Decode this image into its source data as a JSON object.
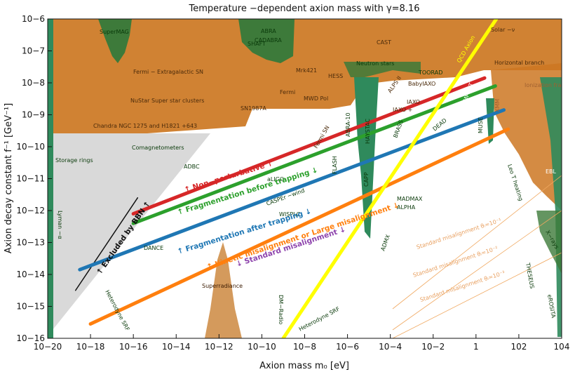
{
  "chart_data": {
    "type": "line",
    "title": "Temperature −dependent axion mass with γ=8.16",
    "xlabel": "Axion mass m₀ [eV]",
    "ylabel": "Axion decay constant f⁻¹ [GeV⁻¹]",
    "x_scale": "log",
    "y_scale": "log",
    "xlim_exp": [
      -20,
      4
    ],
    "ylim_exp": [
      -16,
      -6
    ],
    "x_ticks": [
      {
        "exp": -20,
        "label": "10−20"
      },
      {
        "exp": -18,
        "label": "10−18"
      },
      {
        "exp": -16,
        "label": "10−16"
      },
      {
        "exp": -14,
        "label": "10−14"
      },
      {
        "exp": -12,
        "label": "10−12"
      },
      {
        "exp": -10,
        "label": "10−10"
      },
      {
        "exp": -8,
        "label": "10−8"
      },
      {
        "exp": -6,
        "label": "10−6"
      },
      {
        "exp": -4,
        "label": "10−4"
      },
      {
        "exp": -2,
        "label": "10−2"
      },
      {
        "exp": 0,
        "label": "1"
      },
      {
        "exp": 2,
        "label": "102"
      },
      {
        "exp": 4,
        "label": "104"
      }
    ],
    "y_ticks": [
      {
        "exp": -16,
        "label": "10−16"
      },
      {
        "exp": -15,
        "label": "10−15"
      },
      {
        "exp": -14,
        "label": "10−14"
      },
      {
        "exp": -13,
        "label": "10−13"
      },
      {
        "exp": -12,
        "label": "10−12"
      },
      {
        "exp": -11,
        "label": "10−11"
      },
      {
        "exp": -10,
        "label": "10−10"
      },
      {
        "exp": -9,
        "label": "10−9"
      },
      {
        "exp": -8,
        "label": "10−8"
      },
      {
        "exp": -7,
        "label": "10−7"
      },
      {
        "exp": -6,
        "label": "10−6"
      }
    ],
    "series": [
      {
        "name": "↑ Excluded by BBN ↑",
        "color": "#111111",
        "points": [
          [
            -18.7,
            -14.5
          ],
          [
            -15.8,
            -11.6
          ]
        ]
      },
      {
        "name": "↑ Non−perturbative ↑",
        "color": "#d62728",
        "points": [
          [
            -16.0,
            -12.1
          ],
          [
            0.4,
            -7.85
          ]
        ]
      },
      {
        "name": "↑ Fragmentation before trapping ↓",
        "color": "#2ca02c",
        "points": [
          [
            -16.0,
            -12.4
          ],
          [
            0.9,
            -8.1
          ]
        ]
      },
      {
        "name": "↑ Fragmentation after trapping ↓",
        "color": "#1f77b4",
        "points": [
          [
            -18.5,
            -13.85
          ],
          [
            1.3,
            -8.85
          ]
        ]
      },
      {
        "name": "↑ Kinetic misalignment or Large misalignment ↓",
        "color": "#ff7f0e",
        "points": [
          [
            -18.0,
            -15.55
          ],
          [
            1.5,
            -9.45
          ]
        ]
      },
      {
        "name": "QCD Axion",
        "color": "#ffff00",
        "points": [
          [
            -9.0,
            -16.0
          ],
          [
            0.95,
            -6.0
          ]
        ]
      }
    ],
    "misalignment_labels": [
      "↓ Standard misalignment ↓",
      "Standard misalignment θᵢ=10⁻¹",
      "Standard misalignment θᵢ=10⁻²",
      "Standard misalignment θᵢ=10⁻³"
    ],
    "region_labels": [
      "SuperMAG",
      "SHAFT",
      "ABRA",
      "CADABRA",
      "CAST",
      "Solar −ν",
      "Fermi − Extragalactic SN",
      "Mrk421",
      "HESS",
      "Neutron stars",
      "TOORAD",
      "Horizontal branch",
      "BabyIAXO",
      "ALPS II",
      "IAXO",
      "IAXO +",
      "NuStar Super star clusters",
      "Fermi",
      "MWD Pol",
      "SN1987A",
      "Chandra NGC 1275 and H1821 +643",
      "Comagnetometers",
      "Storage rings",
      "ADBC",
      "aLIGO",
      "CASPEr −wind",
      "WISPLC",
      "DANCE",
      "Fermi SN",
      "FLASH",
      "ABRA-10",
      "HAYSTAC",
      "BRASS",
      "DEAD",
      "LAMPOST",
      "MUSE",
      "MADMAX",
      "ALPHA",
      "ADMX",
      "CAPP",
      "EBL",
      "Ionization fraction",
      "XMM",
      "Leo T heating",
      "X−rays",
      "THESEUS",
      "eROSITA",
      "Lyman −α",
      "Heterodyne SRF",
      "Superradiance",
      "DM−Radio"
    ],
    "colors": {
      "orange_excl": "#cc7722",
      "green_dark": "#3d7a3a",
      "green_mid": "#2f8a5c",
      "grey_bbn": "#d9d9d9",
      "superradiance": "#d49a5c"
    }
  }
}
